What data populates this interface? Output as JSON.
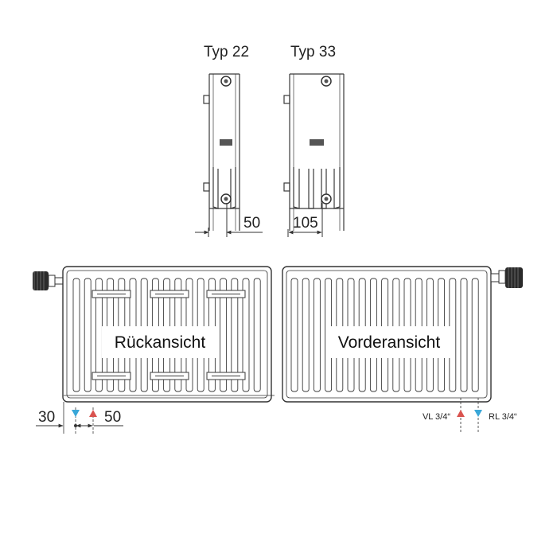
{
  "side_views": [
    {
      "type_label": "Typ 22",
      "depth_label": "50"
    },
    {
      "type_label": "Typ 33",
      "depth_label": "105"
    }
  ],
  "views": {
    "rear_label": "Rückansicht",
    "front_label": "Vorderansicht"
  },
  "dimensions": {
    "left_offset": "30",
    "connection_spacing": "50"
  },
  "connections": {
    "flow_label": "VL 3/4“",
    "return_label": "RL 3/4“",
    "flow_color": "#d9534f",
    "return_color": "#3aa7d8"
  }
}
